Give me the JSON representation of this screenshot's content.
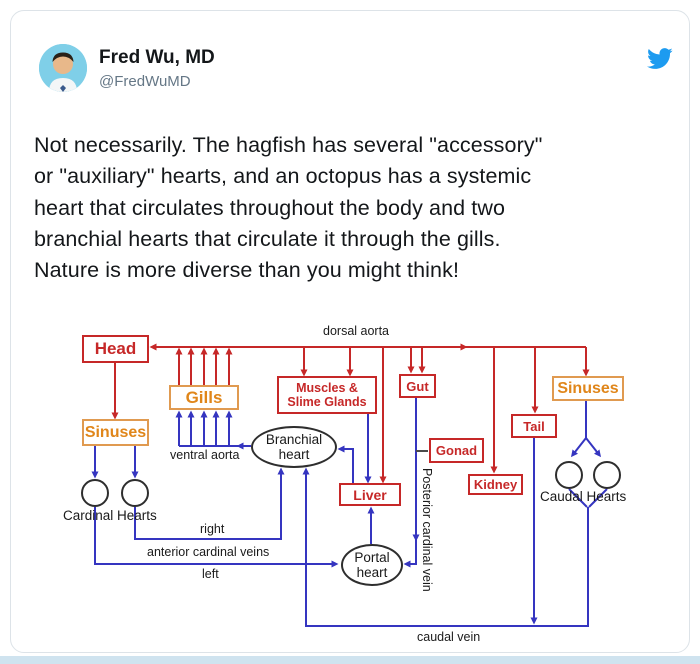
{
  "tweet": {
    "author_name": "Fred Wu, MD",
    "author_handle": "@FredWuMD",
    "brand_icon": "twitter-bird-icon",
    "body_lines": [
      "Not necessarily. The hagfish has several \"accessory\"",
      "or \"auxiliary\" hearts, and an octopus has a systemic",
      "heart that circulates throughout the body and two",
      "branchial hearts that circulate it through the gills.",
      "Nature is more diverse than you might think!"
    ]
  },
  "diagram": {
    "title": "Hagfish circulatory system flow diagram",
    "nodes": {
      "head": {
        "label": "Head",
        "shape": "rect",
        "color": "red"
      },
      "gills": {
        "label": "Gills",
        "shape": "rect",
        "color": "orange"
      },
      "sinuses_left": {
        "label": "Sinuses",
        "shape": "rect",
        "color": "orange"
      },
      "muscles": {
        "line1": "Muscles &",
        "line2": "Slime Glands",
        "shape": "rect",
        "color": "red"
      },
      "gut": {
        "label": "Gut",
        "shape": "rect",
        "color": "red"
      },
      "sinuses_right": {
        "label": "Sinuses",
        "shape": "rect",
        "color": "orange"
      },
      "tail": {
        "label": "Tail",
        "shape": "rect",
        "color": "red"
      },
      "gonad": {
        "label": "Gonad",
        "shape": "rect",
        "color": "red"
      },
      "kidney": {
        "label": "Kidney",
        "shape": "rect",
        "color": "red"
      },
      "liver": {
        "label": "Liver",
        "shape": "rect",
        "color": "red"
      },
      "branchial_heart": {
        "line1": "Branchial",
        "line2": "heart",
        "shape": "ellipse",
        "color": "black"
      },
      "portal_heart": {
        "line1": "Portal",
        "line2": "heart",
        "shape": "ellipse",
        "color": "black"
      },
      "cardinal_hearts": {
        "label": "Cardinal Hearts",
        "shape": "two-circles",
        "color": "black"
      },
      "caudal_hearts": {
        "label": "Caudal Hearts",
        "shape": "two-circles",
        "color": "black"
      }
    },
    "vessel_labels": {
      "dorsal_aorta": "dorsal aorta",
      "ventral_aorta": "ventral aorta",
      "right": "right",
      "anterior_cardinal_veins": "anterior cardinal veins",
      "left": "left",
      "posterior_cardinal_vein": "Posterior cardinal vein",
      "caudal_vein": "caudal vein"
    },
    "edges": [
      {
        "from": "dorsal aorta",
        "to": "Head",
        "color": "red"
      },
      {
        "from": "Gills",
        "to": "dorsal aorta",
        "color": "red",
        "count": 5
      },
      {
        "from": "dorsal aorta",
        "to": "Muscles & Slime Glands",
        "color": "red",
        "count": 2
      },
      {
        "from": "dorsal aorta",
        "to": "Gut",
        "color": "red",
        "count": 2
      },
      {
        "from": "dorsal aorta",
        "to": "Liver",
        "color": "red"
      },
      {
        "from": "dorsal aorta",
        "to": "Kidney",
        "color": "red"
      },
      {
        "from": "dorsal aorta",
        "to": "Tail",
        "color": "red"
      },
      {
        "from": "dorsal aorta",
        "to": "Sinuses (right)",
        "color": "red"
      },
      {
        "from": "Head",
        "to": "Sinuses (left)",
        "color": "red"
      },
      {
        "from": "Sinuses (left)",
        "to": "Cardinal Hearts",
        "color": "blue",
        "count": 2
      },
      {
        "from": "Cardinal Hearts",
        "to": "Branchial heart",
        "via": "right anterior cardinal vein",
        "color": "blue"
      },
      {
        "from": "Cardinal Hearts",
        "to": "Portal heart",
        "via": "left anterior cardinal vein",
        "color": "blue"
      },
      {
        "from": "Branchial heart",
        "to": "Gills",
        "via": "ventral aorta",
        "color": "blue",
        "count": 5
      },
      {
        "from": "Liver",
        "to": "Branchial heart",
        "color": "blue"
      },
      {
        "from": "Muscles & Slime Glands",
        "to": "Liver",
        "color": "blue"
      },
      {
        "from": "Portal heart",
        "to": "Liver",
        "color": "blue"
      },
      {
        "from": "Gut",
        "to": "Portal heart",
        "via": "Posterior cardinal vein",
        "color": "blue"
      },
      {
        "from": "Gonad",
        "to": "Posterior cardinal vein",
        "color": "blue"
      },
      {
        "from": "Sinuses (right)",
        "to": "Caudal Hearts",
        "color": "blue",
        "count": 2
      },
      {
        "from": "Caudal Hearts",
        "to": "Branchial heart",
        "via": "caudal vein",
        "color": "blue"
      },
      {
        "from": "Tail",
        "to": "caudal vein",
        "color": "blue"
      }
    ],
    "colors": {
      "artery_red": "#c62828",
      "vein_blue": "#3535c0",
      "organ_orange": "#e0861a",
      "outline_black": "#2e2e2e"
    }
  },
  "page": {
    "brand_color": "#1d9bf0",
    "bottom_bar_color": "#cfe3ef",
    "card_border_color": "#dde3e8"
  }
}
